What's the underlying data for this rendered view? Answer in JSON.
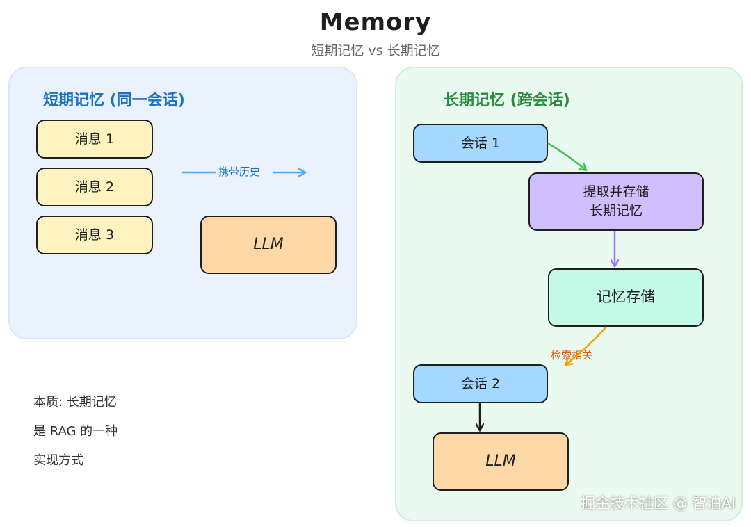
{
  "header": {
    "title": "Memory",
    "subtitle": "短期记忆 vs 长期记忆"
  },
  "short_term": {
    "title": "短期记忆 (同一会话)",
    "messages": [
      "消息 1",
      "消息 2",
      "消息 3"
    ],
    "arrow_label": "携带历史",
    "llm_label": "LLM"
  },
  "long_term": {
    "title": "长期记忆 (跨会话)",
    "session1": "会话 1",
    "extract_line1": "提取并存储",
    "extract_line2": "长期记忆",
    "store": "记忆存储",
    "retrieve_label": "检索相关",
    "session2": "会话 2",
    "llm_label": "LLM"
  },
  "note": {
    "line1": "本质: 长期记忆",
    "line2": "是 RAG 的一种",
    "line3": "实现方式"
  },
  "watermark": "掘金技术社区 @ 智泊AI",
  "colors": {
    "left_panel_bg": "#eaf3fd",
    "right_panel_bg": "#eafaf1",
    "left_title": "#1971c2",
    "right_title": "#2b8a3e",
    "message_box": "#fff3bf",
    "llm_box": "#ffd8a8",
    "session_box": "#a5d8ff",
    "extract_box": "#d0bfff",
    "store_box": "#c3fae8",
    "carry_arrow": "#4dabf7",
    "green_arrow": "#40c057",
    "purple_arrow": "#9775fa",
    "orange_arrow": "#f59f00"
  }
}
